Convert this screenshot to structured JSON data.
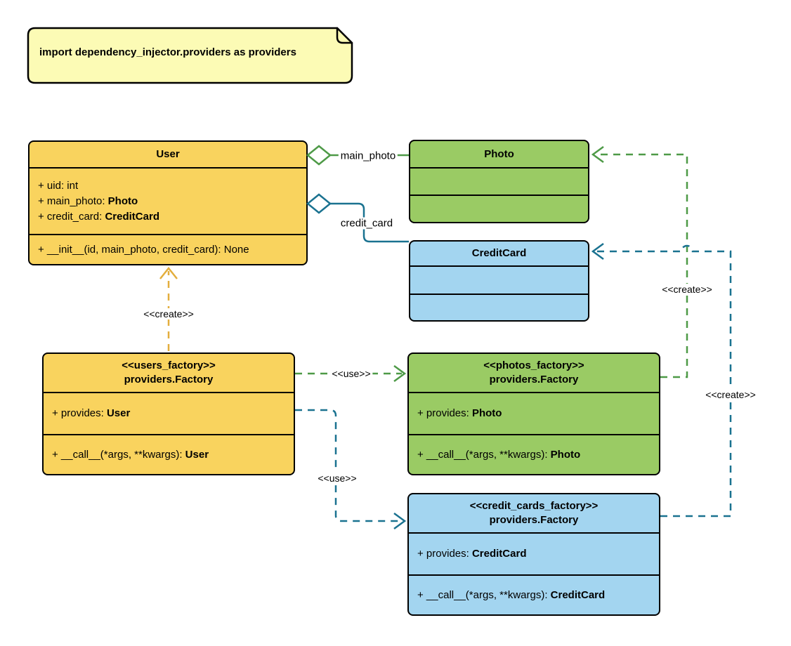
{
  "note": {
    "text": "import dependency_injector.providers as providers"
  },
  "classes": [
    {
      "id": "user",
      "stereotype": "",
      "title": "User",
      "attributes": [
        {
          "text": "+ uid: int",
          "type": ""
        },
        {
          "text": "+ main_photo: ",
          "type": "Photo"
        },
        {
          "text": "+ credit_card: ",
          "type": "CreditCard"
        }
      ],
      "methods": [
        {
          "text": "+ __init__(id, main_photo, credit_card): None",
          "type": ""
        }
      ]
    },
    {
      "id": "photo",
      "stereotype": "",
      "title": "Photo",
      "attributes": [],
      "methods": []
    },
    {
      "id": "credit-card",
      "stereotype": "",
      "title": "CreditCard",
      "attributes": [],
      "methods": []
    },
    {
      "id": "users-factory",
      "stereotype": "<<users_factory>>",
      "title": "providers.Factory",
      "attributes": [
        {
          "text": "+ provides: ",
          "type": "User"
        }
      ],
      "methods": [
        {
          "text": "+ __call__(*args, **kwargs): ",
          "type": "User"
        }
      ]
    },
    {
      "id": "photos-factory",
      "stereotype": "<<photos_factory>>",
      "title": "providers.Factory",
      "attributes": [
        {
          "text": "+ provides: ",
          "type": "Photo"
        }
      ],
      "methods": [
        {
          "text": "+ __call__(*args, **kwargs): ",
          "type": "Photo"
        }
      ]
    },
    {
      "id": "credit-cards-factory",
      "stereotype": "<<credit_cards_factory>>",
      "title": "providers.Factory",
      "attributes": [
        {
          "text": "+ provides: ",
          "type": "CreditCard"
        }
      ],
      "methods": [
        {
          "text": "+ __call__(*args, **kwargs): ",
          "type": "CreditCard"
        }
      ]
    }
  ],
  "edges": [
    {
      "id": "user-aggregates-photo",
      "type": "aggregation",
      "label": "main_photo"
    },
    {
      "id": "user-aggregates-credit-card",
      "type": "aggregation",
      "label": "credit_card"
    },
    {
      "id": "users-factory-creates-user",
      "type": "create",
      "label": "<<create>>"
    },
    {
      "id": "users-factory-uses-photos-factory",
      "type": "use",
      "label": "<<use>>"
    },
    {
      "id": "users-factory-uses-credit-cards-factory",
      "type": "use",
      "label": "<<use>>"
    },
    {
      "id": "photos-factory-creates-photo",
      "type": "create",
      "label": "<<create>>"
    },
    {
      "id": "credit-cards-factory-creates-credit-card",
      "type": "create",
      "label": "<<create>>"
    }
  ],
  "colors": {
    "class_yellow": "#F9D35E",
    "class_green": "#9ACB64",
    "class_blue": "#A3D5F0",
    "note_fill": "#FCFBB5",
    "edge_gold": "#E3AE3D",
    "edge_green": "#4E9A47",
    "edge_blue": "#1A7290",
    "border_black": "#000000"
  }
}
